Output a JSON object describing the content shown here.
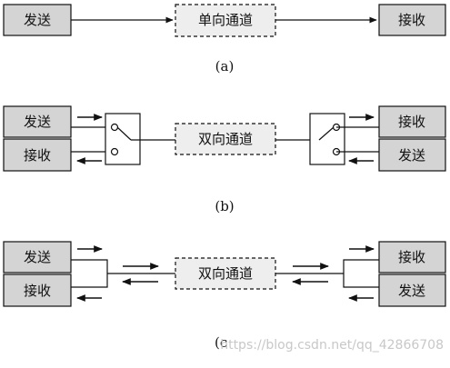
{
  "diagram_a": {
    "sender": "发送",
    "channel": "单向通道",
    "receiver": "接收",
    "caption": "(a)"
  },
  "diagram_b": {
    "left_top": "发送",
    "left_bottom": "接收",
    "channel": "双向通道",
    "right_top": "接收",
    "right_bottom": "发送",
    "caption": "(b)"
  },
  "diagram_c": {
    "left_top": "发送",
    "left_bottom": "接收",
    "channel": "双向通道",
    "right_top": "接收",
    "right_bottom": "发送",
    "caption": "(c"
  },
  "watermark": "https://blog.csdn.net/qq_42866708",
  "colors": {
    "box_fill": "#d4d4d4",
    "channel_fill": "#eeeeee",
    "stroke": "#111111"
  }
}
